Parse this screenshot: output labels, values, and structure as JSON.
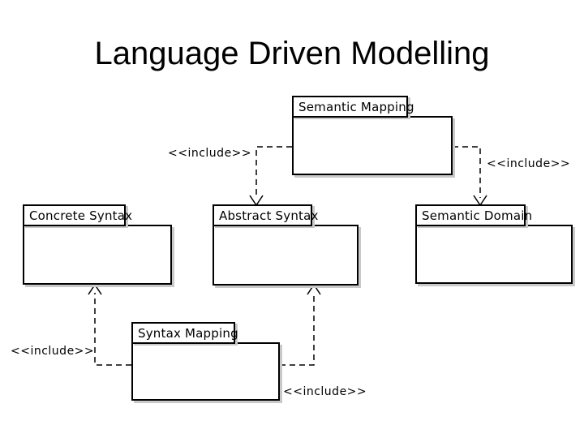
{
  "title": "Language Driven Modelling",
  "diagram": {
    "type": "uml-package-diagram",
    "packages": [
      {
        "id": "semantic-mapping",
        "label": "Semantic Mapping"
      },
      {
        "id": "concrete-syntax",
        "label": "Concrete Syntax"
      },
      {
        "id": "abstract-syntax",
        "label": "Abstract Syntax"
      },
      {
        "id": "semantic-domain",
        "label": "Semantic Domain"
      },
      {
        "id": "syntax-mapping",
        "label": "Syntax Mapping"
      }
    ],
    "connectors": [
      {
        "from": "semantic-mapping",
        "to": "abstract-syntax",
        "label": "<<include>>",
        "style": "dashed-open-arrow"
      },
      {
        "from": "semantic-mapping",
        "to": "semantic-domain",
        "label": "<<include>>",
        "style": "dashed-open-arrow"
      },
      {
        "from": "syntax-mapping",
        "to": "concrete-syntax",
        "label": "<<include>>",
        "style": "dashed-open-arrow"
      },
      {
        "from": "syntax-mapping",
        "to": "abstract-syntax",
        "label": "<<include>>",
        "style": "dashed-open-arrow"
      }
    ],
    "colors": {
      "line": "#000000",
      "fill": "#ffffff",
      "shadow": "#c9c9c9",
      "text": "#000000",
      "background": "#ffffff"
    }
  }
}
